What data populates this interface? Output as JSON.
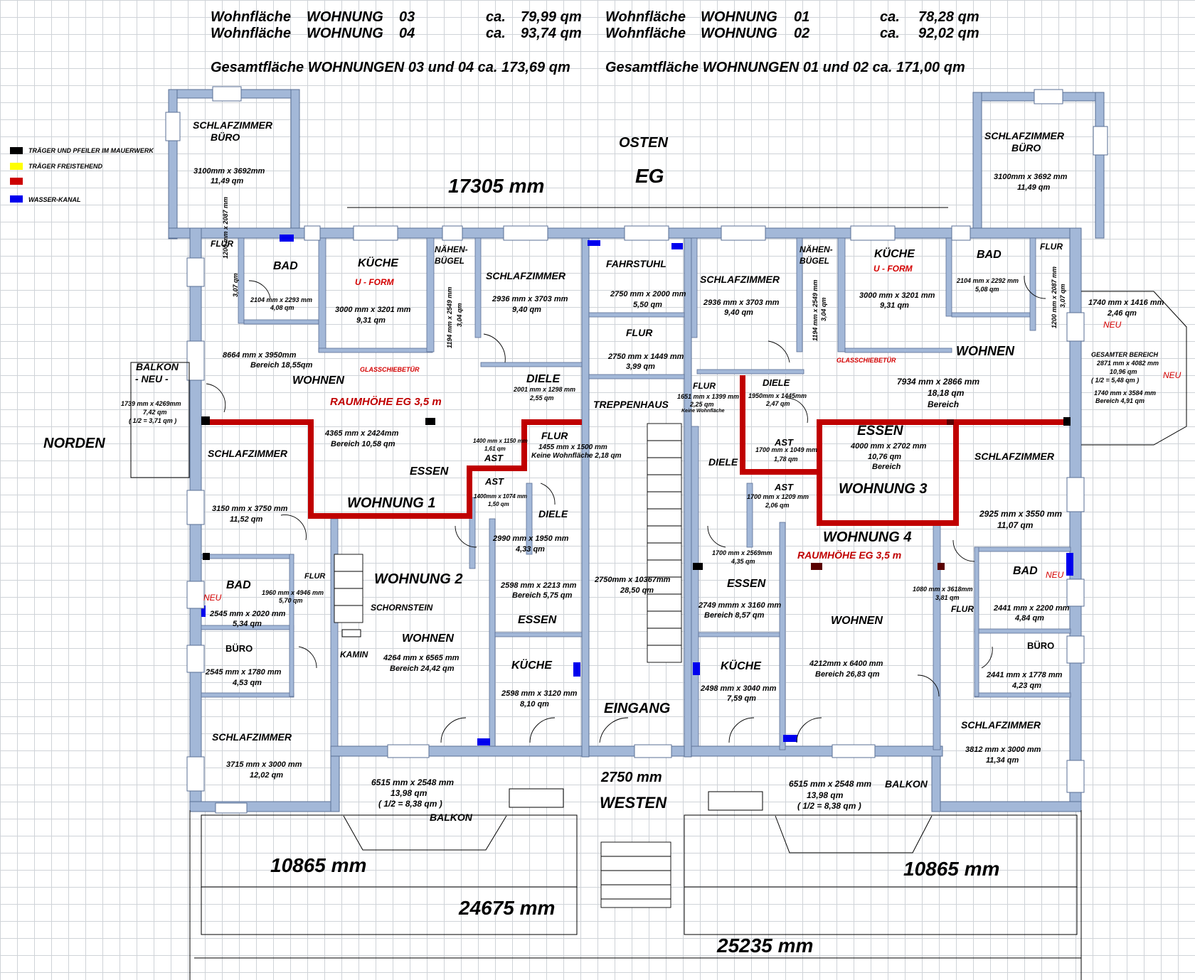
{
  "header": {
    "wohnflaeche": "Wohnfläche",
    "wohnung": "WOHNUNG",
    "ca": "ca.",
    "rows": [
      {
        "nr": "03",
        "area": "79,99 qm"
      },
      {
        "nr": "04",
        "area": "93,74 qm"
      },
      {
        "nr": "01",
        "area": "78,28 qm"
      },
      {
        "nr": "02",
        "area": "92,02 qm"
      }
    ],
    "total_left": "Gesamtfläche  WOHNUNGEN  03 und 04  ca. 173,69 qm",
    "total_right": "Gesamtfläche  WOHNUNGEN  01 und 02  ca. 171,00 qm"
  },
  "legend": {
    "items": [
      {
        "label": "TRÄGER UND PFEILER IM MAUERWERK",
        "color": "#000000"
      },
      {
        "label": "TRÄGER FREISTEHEND",
        "color": "#ffff00"
      },
      {
        "label": "",
        "color": "#cc0000"
      },
      {
        "label": "WASSER-KANAL",
        "color": "#0000ee"
      }
    ]
  },
  "colors": {
    "wall": "#a3b8d8",
    "wall_edge": "#5a6f95",
    "beam": "#c00000",
    "water": "#0000ee"
  },
  "compass": {
    "east": "OSTEN",
    "west": "WESTEN",
    "north": "NORDEN",
    "floor": "EG"
  },
  "dimensions": {
    "top": "17305 mm",
    "gap": "2750 mm",
    "bottom_left": "10865 mm",
    "bottom_right": "10865 mm",
    "total_inner": "24675 mm",
    "total_outer": "25235 mm"
  },
  "rooms": {
    "sz_tl": "SCHLAFZIMMER",
    "sz_tl_b": "BÜRO",
    "sz_tl_d": "3100mm x 3692mm",
    "sz_tl_a": "11,49 qm",
    "sz_tr": "SCHLAFZIMMER",
    "sz_tr_b": "BÜRO",
    "sz_tr_d": "3100mm x 3692 mm",
    "sz_tr_a": "11,49 qm",
    "flur1": "FLUR",
    "flur1_d": "1200 mm x 2087 mm",
    "flur1_a": "3,07 qm",
    "bad1": "BAD",
    "bad1_d": "2104 mm x 2293 mm",
    "bad1_a": "4,08 qm",
    "kue1": "KÜCHE",
    "kue1_u": "U - FORM",
    "kue1_d": "3000 mm x 3201 mm",
    "kue1_a": "9,31 qm",
    "naeh1": "NÄHEN-",
    "naeh1_b": "BÜGEL",
    "naeh1_d": "1194 mm x 2549 mm",
    "naeh1_a": "3,04 qm",
    "sz1": "SCHLAFZIMMER",
    "sz1_d": "2936 mm x 3703 mm",
    "sz1_a": "9,40 qm",
    "fahr": "FAHRSTUHL",
    "fahr_d": "2750 mm x 2000 mm",
    "fahr_a": "5,50 qm",
    "flurm": "FLUR",
    "flurm_d": "2750 mm x 1449 mm",
    "flurm_a": "3,99 qm",
    "sz2": "SCHLAFZIMMER",
    "sz2_d": "2936 mm x 3703 mm",
    "sz2_a": "9,40 qm",
    "naeh2": "NÄHEN-",
    "naeh2_b": "BÜGEL",
    "naeh2_d": "1194 mm x 2549 mm",
    "naeh2_a": "3,04 qm",
    "kue2": "KÜCHE",
    "kue2_u": "U - FORM",
    "kue2_d": "3000 mm x 3201 mm",
    "kue2_a": "9,31 qm",
    "bad2": "BAD",
    "bad2_d": "2104 mm x 2292 mm",
    "bad2_a": "5,08 qm",
    "flur2": "FLUR",
    "flur2_d": "1200 mm x 2087 mm",
    "flur2_a": "3,07 qm",
    "neu_r": "1740 mm x 1416 mm",
    "neu_r_a": "2,46 qm",
    "neu_r_n": "NEU",
    "wohn_tl_d": "8664 mm x 3950mm",
    "wohn_tl_a": "Bereich 18,55qm",
    "wohn_tl": "WOHNEN",
    "glas1": "GLASSCHIEBETÜR",
    "glas2": "GLASSCHIEBETÜR",
    "raum1": "RAUMHÖHE  EG  3,5 m",
    "raum2": "RAUMHÖHE  EG  3,5 m",
    "diele1": "DIELE",
    "diele1_d": "2001 mm x 1298 mm",
    "diele1_a": "2,55 qm",
    "trep": "TREPPENHAUS",
    "flur3": "FLUR",
    "flur3_d": "1651 mm x 1399 mm",
    "flur3_a": "2,25 qm",
    "flur3_k": "Keine Wohnfläche",
    "diele2": "DIELE",
    "diele2_d": "1950mm x 1445mm",
    "diele2_a": "2,47 qm",
    "wohn_tr": "WOHNEN",
    "wohn_tr_d": "7934 mm x 2866 mm",
    "wohn_tr_a": "18,18 qm",
    "wohn_tr_b": "Bereich",
    "ges": "GESAMTER BEREICH",
    "ges_d": "2871 mm x 4082 mm",
    "ges_a": "10,96 qm",
    "ges_h": "( 1/2 =  5,48 qm )",
    "ges2_d": "1740 mm x 3584 mm",
    "ges2_a": "Bereich 4,91 qm",
    "neu_r2": "NEU",
    "balk_l": "BALKON",
    "balk_l_n": "- NEU -",
    "balk_l_d": "1739 mm x 4269mm",
    "balk_l_a": "7,42 qm",
    "balk_l_h": "( 1/2 = 3,71 qm )",
    "sz3": "SCHLAFZIMMER",
    "sz3_d": "3150 mm x 3750 mm",
    "sz3_a": "11,52 qm",
    "ess1_d": "4365 mm x 2424mm",
    "ess1_a": "Bereich 10,58 qm",
    "ess1": "ESSEN",
    "w1": "WOHNUNG  1",
    "ast1": "AST",
    "ast1_d": "1400 mm x 1150 mm",
    "ast1_a": "1,61 qm",
    "flur4": "FLUR",
    "flur4_d": "1455 mm x 1500 mm",
    "flur4_k": "Keine Wohnfläche 2,18 qm",
    "ast2": "AST",
    "ast2_d": "1400mm x 1074 mm",
    "ast2_a": "1,50 qm",
    "diele3": "DIELE",
    "flur5_d": "2990 mm x 1950 mm",
    "flur5_a": "4,33 qm",
    "diele4": "DIELE",
    "ast3": "AST",
    "ast3_d": "1700 mm x 1049 mm",
    "ast3_a": "1,78 qm",
    "ast4": "AST",
    "ast4_d": "1700 mm x 1209 mm",
    "ast4_a": "2,06 qm",
    "ess3": "ESSEN",
    "ess3_d": "4000 mm x 2702 mm",
    "ess3_a": "10,76 qm",
    "ess3_b": "Bereich",
    "w3": "WOHNUNG 3",
    "sz4": "SCHLAFZIMMER",
    "sz4_d": "2925 mm x 3550 mm",
    "sz4_a": "11,07 qm",
    "w4": "WOHNUNG 4",
    "bad3": "BAD",
    "bad3_n": "NEU",
    "bad3_d": "2545 mm x 2020 mm",
    "bad3_a": "5,34 qm",
    "flur6": "FLUR",
    "flur6_d": "1960 mm x 4946 mm",
    "flur6_a": "5,70 qm",
    "w2": "WOHNUNG 2",
    "schorn": "SCHORNSTEIN",
    "kamin": "KAMIN",
    "wohn2": "WOHNEN",
    "wohn2_d": "4264 mm x 6565 mm",
    "wohn2_a": "Bereich 24,42 qm",
    "ess2_d": "2598 mm x 2213 mm",
    "ess2_a": "Bereich 5,75 qm",
    "ess2": "ESSEN",
    "kue3": "KÜCHE",
    "kue3_d": "2598 mm x 3120 mm",
    "kue3_a": "8,10 qm",
    "trep_d": "2750mm x 10367mm",
    "trep_a": "28,50 qm",
    "eing": "EINGANG",
    "dr_d": "1700 mm x 2569mm",
    "dr_a": "4,35 qm",
    "ess4": "ESSEN",
    "ess4_d": "2749 mmm x 3160 mm",
    "ess4_a": "Bereich 8,57 qm",
    "kue4": "KÜCHE",
    "kue4_d": "2498 mm x 3040 mm",
    "kue4_a": "7,59 qm",
    "wohn4": "WOHNEN",
    "wohn4_d": "4212mm x 6400 mm",
    "wohn4_a": "Bereich 26,83 qm",
    "flur7": "FLUR",
    "flur7_d": "1080 mm x 3618mm",
    "flur7_a": "3,81 qm",
    "bad4": "BAD",
    "bad4_n": "NEU",
    "bad4_d": "2441 mm x 2200 mm",
    "bad4_a": "4,84 qm",
    "buero1": "BÜRO",
    "buero1_d": "2545 mm x 1780 mm",
    "buero1_a": "4,53 qm",
    "buero2": "BÜRO",
    "buero2_d": "2441 mm x 1778 mm",
    "buero2_a": "4,23 qm",
    "sz5": "SCHLAFZIMMER",
    "sz5_d": "3715 mm x 3000 mm",
    "sz5_a": "12,02 qm",
    "sz6": "SCHLAFZIMMER",
    "sz6_d": "3812 mm x 3000 mm",
    "sz6_a": "11,34 qm",
    "balk2_d": "6515 mm x 2548 mm",
    "balk2_a": "13,98 qm",
    "balk2_h": "( 1/2 = 8,38 qm )",
    "balk2": "BALKON",
    "balk3_d": "6515 mm x 2548 mm",
    "balk3_b": "BALKON",
    "balk3_a": "13,98 qm",
    "balk3_h": "( 1/2 = 8,38 qm )"
  }
}
